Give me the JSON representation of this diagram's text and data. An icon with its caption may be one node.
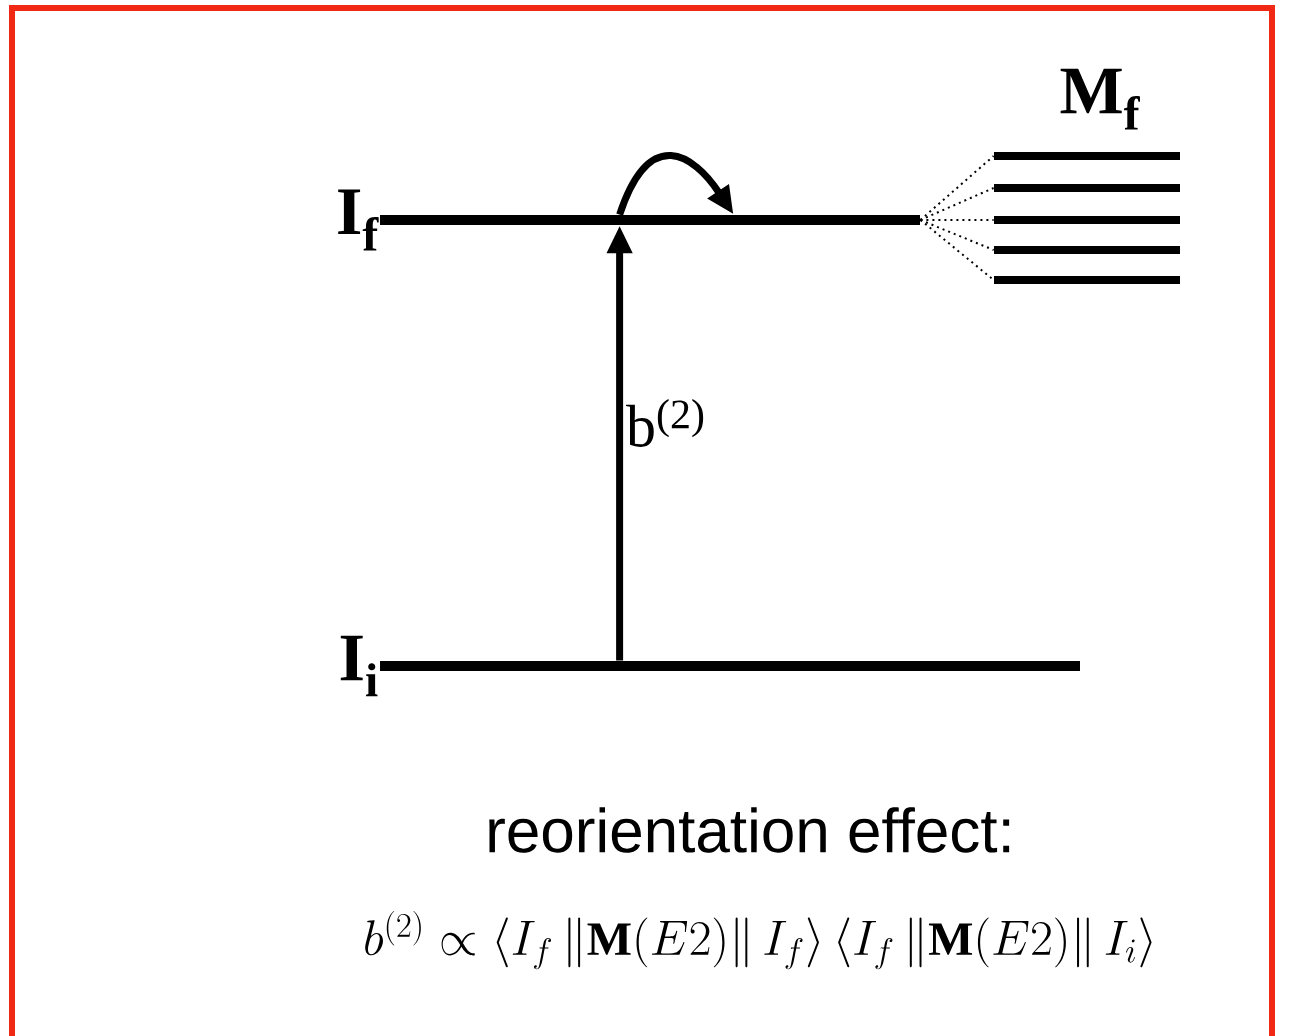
{
  "diagram": {
    "nodes": [
      {
        "text": [
          "I$_{f}$"
        ]
      },
      {
        "text": [
          "I$_{i}$"
        ]
      },
      {
        "text": [],
        "shape": "bar"
      },
      {
        "text": [],
        "shape": "bar"
      },
      {
        "text": [],
        "shape": "bar"
      },
      {
        "text": [],
        "shape": "bar"
      },
      {
        "text": [],
        "shape": "bar"
      }
    ],
    "edges": [
      {
        "from": 1,
        "to": 0,
        "arrow": "to",
        "label": "b$^{(2)}$",
        "style": "thick"
      },
      {
        "from": 0,
        "to": 0,
        "arrow": "to",
        "style": "thick"
      },
      {
        "from": 0,
        "to": 2,
        "arrow": "none",
        "style": "dashed"
      },
      {
        "from": 0,
        "to": 3,
        "arrow": "none",
        "style": "dashed"
      },
      {
        "from": 0,
        "to": 4,
        "arrow": "none",
        "style": "dashed"
      },
      {
        "from": 0,
        "to": 5,
        "arrow": "none",
        "style": "dashed"
      },
      {
        "from": 0,
        "to": 6,
        "arrow": "none",
        "style": "dashed"
      }
    ],
    "labels": [
      "M$_{f}$",
      "reorientation effect:",
      "b^{(2)} \\propto \\left\\langle I_f \\left\\| \\mathbf{M}(E2) \\right\\| I_f \\right\\rangle \\left\\langle I_f \\left\\| \\mathbf{M}(E2) \\right\\| I_i \\right\\rangle"
    ]
  }
}
